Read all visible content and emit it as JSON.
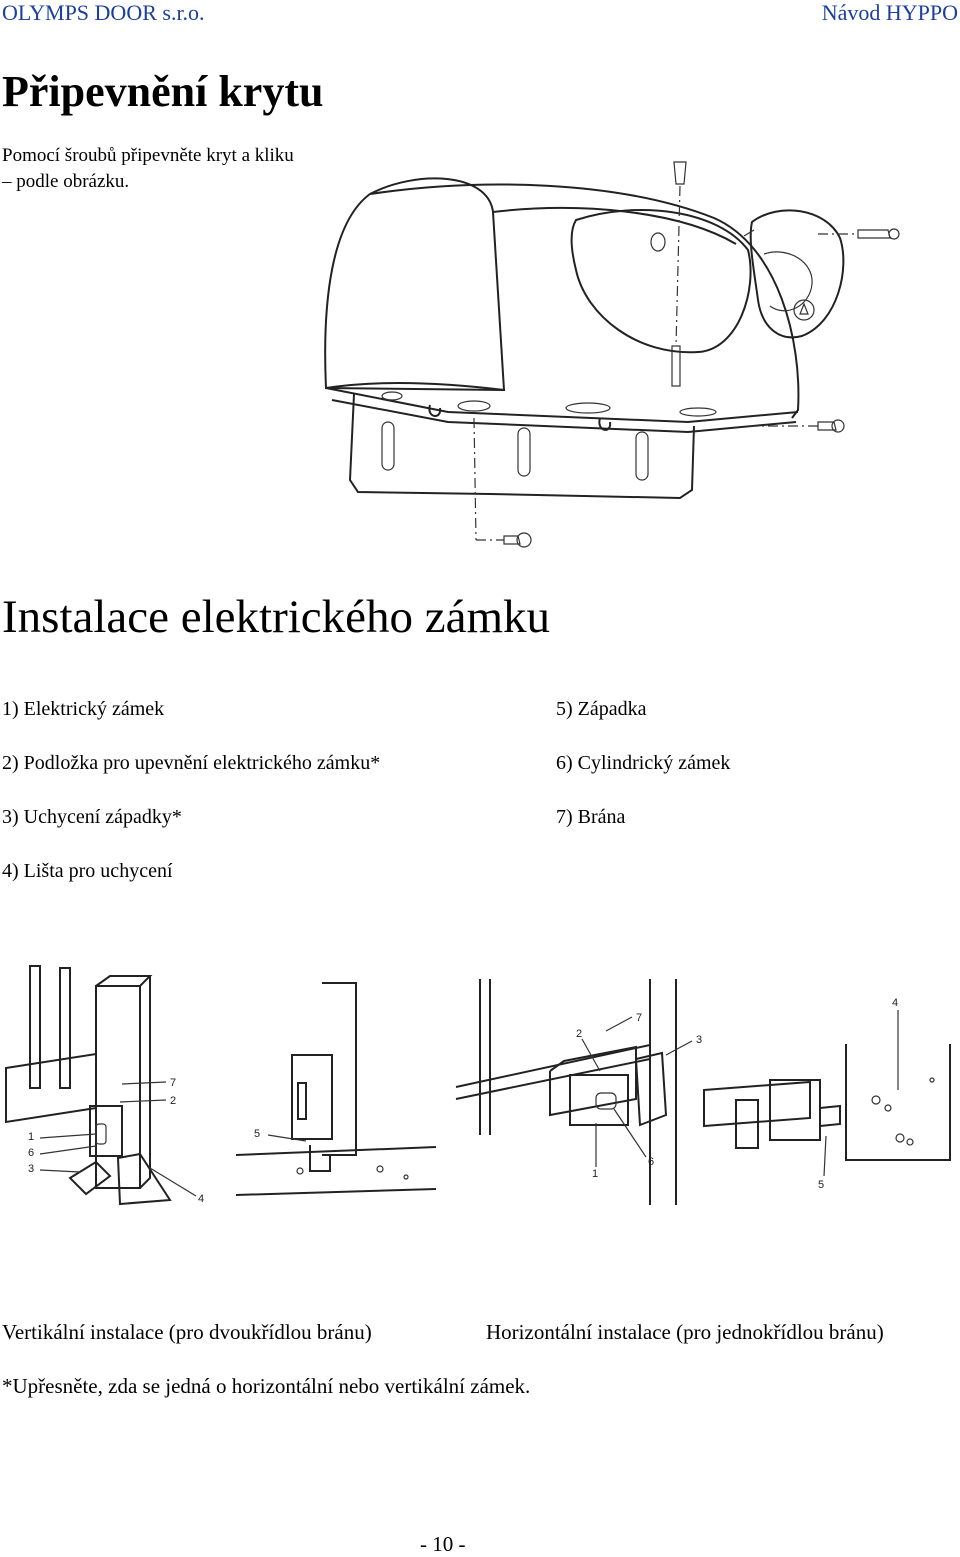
{
  "header": {
    "company": "OLYMPS DOOR s.r.o.",
    "doc": "Návod HYPPO"
  },
  "section1": {
    "title": "Připevnění krytu",
    "text_line1": "Pomocí šroubů připevněte kryt a kliku",
    "text_line2": "– podle obrázku."
  },
  "section2": {
    "title": "Instalace elektrického zámku",
    "parts_left": [
      "1) Elektrický zámek",
      "2) Podložka pro upevnění elektrického zámku*",
      "3) Uchycení západky*",
      "4) Lišta pro uchycení"
    ],
    "parts_right": [
      "5) Západka",
      "6) Cylindrický zámek",
      "7) Brána"
    ]
  },
  "diagram_labels": {
    "vertical": [
      "7",
      "2",
      "1",
      "6",
      "3",
      "4"
    ],
    "latch": [
      "5"
    ],
    "horizontal": [
      "7",
      "2",
      "3",
      "1",
      "6"
    ],
    "post": [
      "4",
      "5"
    ]
  },
  "captions": {
    "vertical": "Vertikální instalace (pro dvoukřídlou bránu)",
    "horizontal": "Horizontální instalace (pro jednokřídlou bránu)"
  },
  "footnote": "*Upřesněte, zda se jedná o horizontální nebo vertikální zámek.",
  "page_number": "- 10 -"
}
